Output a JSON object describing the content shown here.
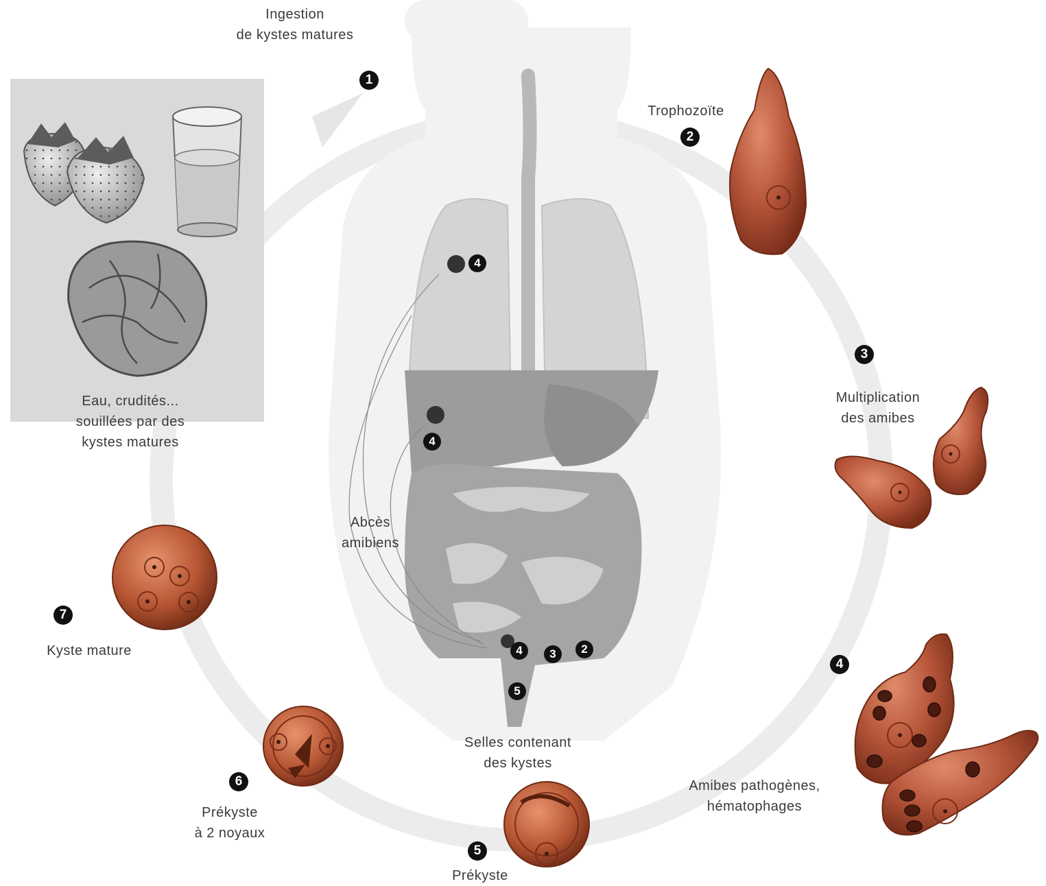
{
  "labels": {
    "ingestion": [
      "Ingestion",
      "de kystes matures"
    ],
    "trophozoite": "Trophozoïte",
    "multiplication": [
      "Multiplication",
      "des amibes"
    ],
    "pathogenes": [
      "Amibes pathogènes,",
      "hématophages"
    ],
    "selles": [
      "Selles contenant",
      "des kystes"
    ],
    "prekyste": "Prékyste",
    "prekyste2": [
      "Prékyste",
      "à 2 noyaux"
    ],
    "kyste_mature": "Kyste mature",
    "sources": [
      "Eau, crudités...",
      "souillées par des",
      "kystes matures"
    ],
    "abces": [
      "Abcès",
      "amibiens"
    ]
  },
  "steps": {
    "s1": "1",
    "s2": "2",
    "s3": "3",
    "s4": "4",
    "s5": "5",
    "s6": "6",
    "s7": "7"
  },
  "colors": {
    "amoeba": "#b5553a",
    "amoeba_dark": "#7a2e1a",
    "organs": "#a8a8a8",
    "cycle_arrow": "#e9e9e9",
    "panel": "#d9d9d9",
    "badge": "#111111"
  }
}
